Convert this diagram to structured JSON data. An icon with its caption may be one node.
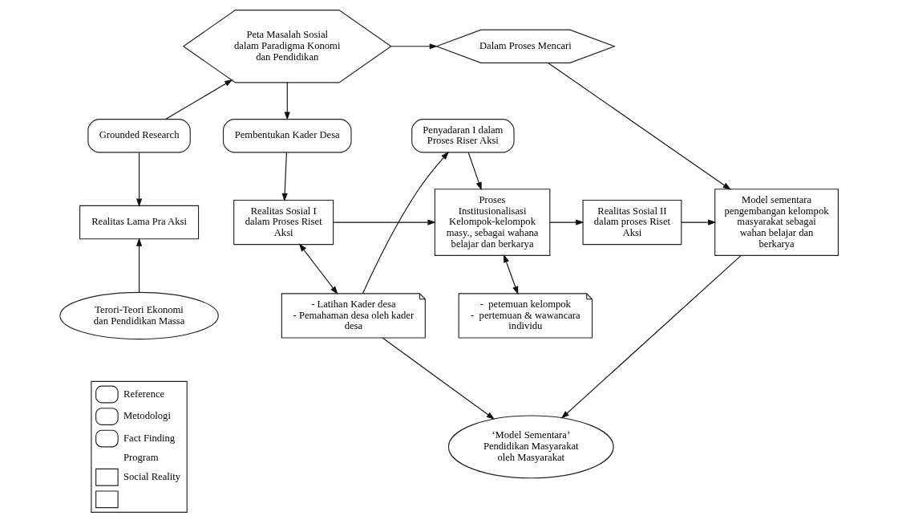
{
  "diagram": {
    "nodes": [
      {
        "text": [
          "Peta Masalah Sosial dalam Paradigma Konomi dan Pendidikan"
        ]
      },
      {
        "text": [
          "Dalam Proses Mencari"
        ]
      },
      {
        "text": [
          "Grounded Research"
        ]
      },
      {
        "text": [
          "Pembentukan Kader Desa"
        ]
      },
      {
        "text": [
          "Penyadaran I dalam Proses Riser Aksi"
        ]
      },
      {
        "text": [
          "Realitas Lama Pra Aksi"
        ]
      },
      {
        "text": [
          "Realitas Sosial I dalam Proses Riset Aksi"
        ]
      },
      {
        "text": [
          "Proses Institusionalisasi Kelompok-kelompok masy., sebagai wahana belajar dan berkarya"
        ]
      },
      {
        "text": [
          "Realitas Sosial II dalam proses Riset Aksi"
        ]
      },
      {
        "text": [
          "Model sementara pengembangan kelompok masyarakat sebagai wahan belajar dan berkarya"
        ]
      },
      {
        "text": [
          "Terori-Teori Ekonomi dan Pendidikan Massa"
        ]
      },
      {
        "text": [
          "- Latihan Kader desa",
          "- Pemahaman desa oleh kader desa"
        ]
      },
      {
        "text": [
          "-  petemuan kelompok",
          "-  pertemuan & wawancara individu"
        ]
      },
      {
        "text": [
          "‘Model Sementara’ Pendidikan Masyarakat oleh Masyarakat"
        ]
      }
    ],
    "edges": [
      {
        "from": 2,
        "to": 0,
        "arrow": "to"
      },
      {
        "from": 0,
        "to": 1,
        "arrow": "to"
      },
      {
        "from": 1,
        "to": 9,
        "arrow": "to"
      },
      {
        "from": 0,
        "to": 3,
        "arrow": "to"
      },
      {
        "from": 2,
        "to": 5,
        "arrow": "to"
      },
      {
        "from": 10,
        "to": 5,
        "arrow": "to"
      },
      {
        "from": 3,
        "to": 6,
        "arrow": "to"
      },
      {
        "from": 6,
        "to": 7,
        "arrow": "to"
      },
      {
        "from": 6,
        "to": 11,
        "arrow": "both"
      },
      {
        "from": 11,
        "to": 4,
        "arrow": "to"
      },
      {
        "from": 4,
        "to": 7,
        "arrow": "to"
      },
      {
        "from": 7,
        "to": 12,
        "arrow": "both"
      },
      {
        "from": 7,
        "to": 8,
        "arrow": "to"
      },
      {
        "from": 8,
        "to": 9,
        "arrow": "to"
      },
      {
        "from": 9,
        "to": 13,
        "arrow": "to"
      },
      {
        "from": 11,
        "to": 13,
        "arrow": "to"
      }
    ],
    "legend": [
      {
        "text": "Reference"
      },
      {
        "text": "Metodologi"
      },
      {
        "text": "Fact Finding"
      },
      {
        "text": "Program"
      },
      {
        "text": "Social Reality"
      }
    ]
  }
}
